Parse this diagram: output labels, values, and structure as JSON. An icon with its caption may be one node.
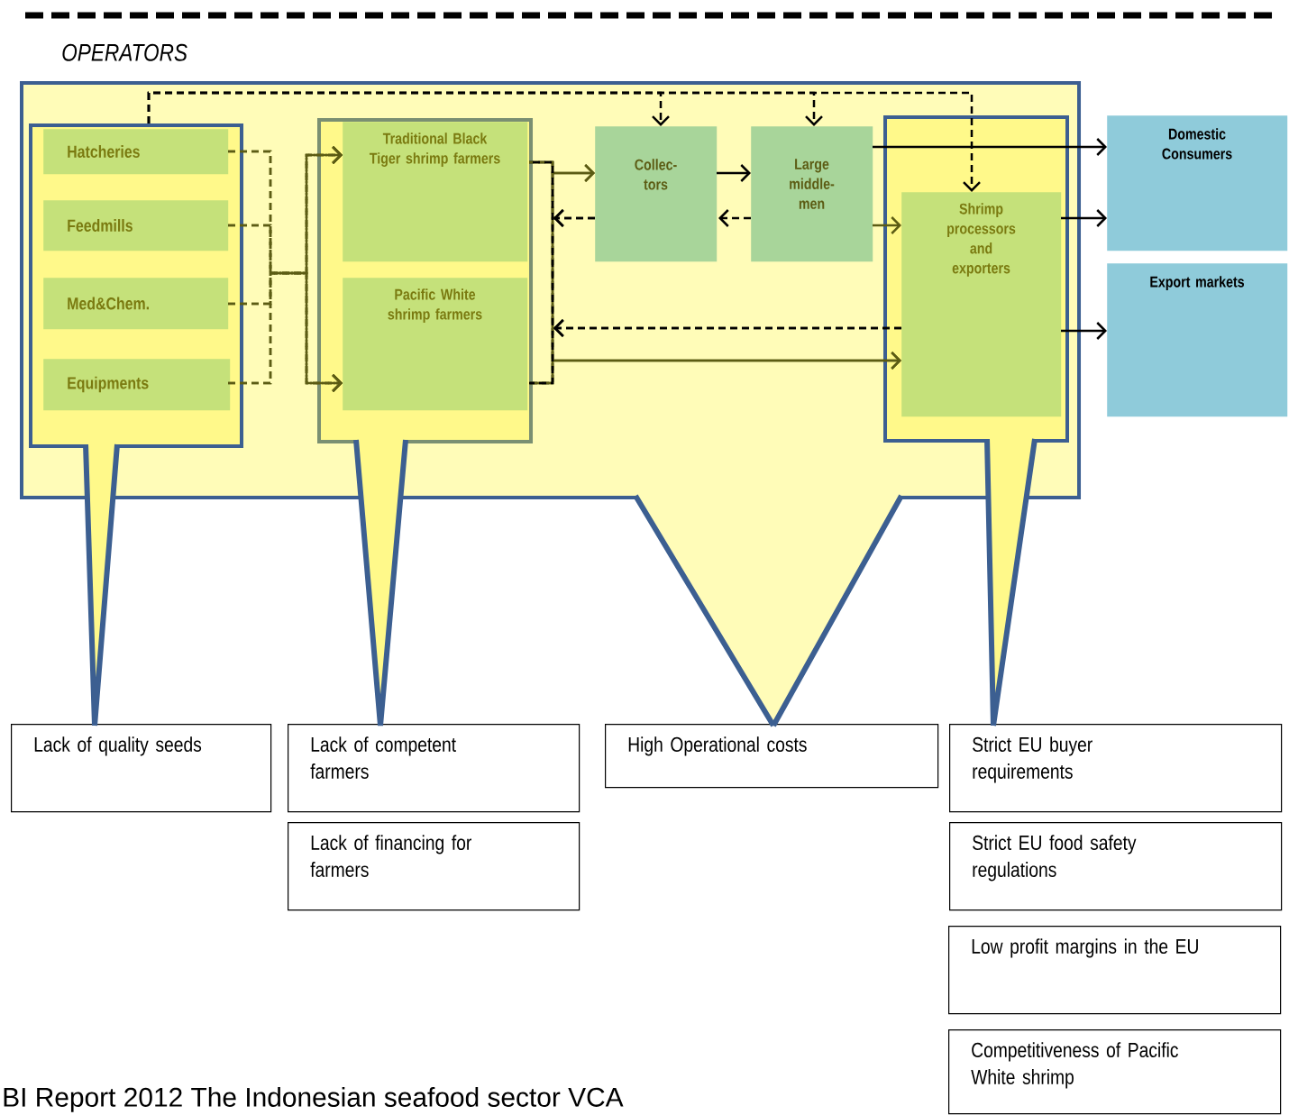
{
  "diagram": {
    "caption": "BI Report 2012 The Indonesian seafood sector VCA",
    "nodes": [
      {
        "text": [
          "OPERATORS"
        ]
      },
      {
        "text": [],
        "shape": "box",
        "in": 0
      },
      {
        "text": [
          "Hatcheries"
        ],
        "in": 1
      },
      {
        "text": [
          "Feedmills"
        ],
        "in": 1
      },
      {
        "text": [
          "Med&Chem."
        ],
        "in": 1
      },
      {
        "text": [
          "Equipments"
        ],
        "in": 1
      },
      {
        "text": [],
        "shape": "box",
        "in": 0
      },
      {
        "text": [
          "Traditional Black Tiger shrimp farmers"
        ],
        "in": 6
      },
      {
        "text": [
          "Pacific White shrimp farmers"
        ],
        "in": 6
      },
      {
        "text": [
          "Collec- tors"
        ],
        "in": 0
      },
      {
        "text": [
          "Large middle- men"
        ],
        "in": 0
      },
      {
        "text": [],
        "shape": "box",
        "in": 0
      },
      {
        "text": [
          "Shrimp processors and exporters"
        ],
        "in": 11
      },
      {
        "text": [
          "Domestic Consumers"
        ]
      },
      {
        "text": [
          "Export markets"
        ]
      },
      {
        "text": [
          "Lack of quality seeds"
        ]
      },
      {
        "text": [
          "Lack of competent farmers"
        ]
      },
      {
        "text": [
          "Lack of financing for farmers"
        ]
      },
      {
        "text": [
          "High Operational costs"
        ]
      },
      {
        "text": [
          "Strict EU buyer requirements"
        ]
      },
      {
        "text": [
          "Strict EU food safety regulations"
        ]
      },
      {
        "text": [
          "Low profit margins in the EU"
        ]
      },
      {
        "text": [
          "Competitiveness of Pacific White shrimp"
        ]
      }
    ],
    "edges": [
      {
        "from": 2,
        "to": 7,
        "arrow": "to",
        "style": "dashed"
      },
      {
        "from": 2,
        "to": 8,
        "arrow": "to",
        "style": "dashed"
      },
      {
        "from": 3,
        "to": 7,
        "arrow": "to",
        "style": "dashed"
      },
      {
        "from": 3,
        "to": 8,
        "arrow": "to",
        "style": "dashed"
      },
      {
        "from": 4,
        "to": 7,
        "arrow": "to",
        "style": "dashed"
      },
      {
        "from": 4,
        "to": 8,
        "arrow": "to",
        "style": "dashed"
      },
      {
        "from": 5,
        "to": 7,
        "arrow": "to",
        "style": "dashed"
      },
      {
        "from": 5,
        "to": 8,
        "arrow": "to",
        "style": "dashed"
      },
      {
        "from": 1,
        "to": 9,
        "arrow": "to",
        "style": "dashed",
        "color": "#000000"
      },
      {
        "from": 1,
        "to": 10,
        "arrow": "to",
        "style": "dashed",
        "color": "#000000"
      },
      {
        "from": 1,
        "to": 12,
        "arrow": "to",
        "style": "dashed",
        "color": "#000000"
      },
      {
        "from": 7,
        "to": 9,
        "arrow": "to"
      },
      {
        "from": 8,
        "to": 9,
        "arrow": "to"
      },
      {
        "from": 9,
        "to": 7,
        "arrow": "to",
        "style": "dashed",
        "color": "#000000"
      },
      {
        "from": 9,
        "to": 8,
        "arrow": "to",
        "style": "dashed",
        "color": "#000000"
      },
      {
        "from": 7,
        "to": 12,
        "arrow": "to"
      },
      {
        "from": 8,
        "to": 12,
        "arrow": "to"
      },
      {
        "from": 12,
        "to": 7,
        "arrow": "to",
        "style": "dashed",
        "color": "#000000"
      },
      {
        "from": 12,
        "to": 8,
        "arrow": "to",
        "style": "dashed",
        "color": "#000000"
      },
      {
        "from": 9,
        "to": 10,
        "arrow": "to",
        "color": "#000000"
      },
      {
        "from": 10,
        "to": 9,
        "arrow": "to",
        "style": "dashed",
        "color": "#000000"
      },
      {
        "from": 10,
        "to": 13,
        "arrow": "to",
        "color": "#000000"
      },
      {
        "from": 10,
        "to": 12,
        "arrow": "to"
      },
      {
        "from": 12,
        "to": 13,
        "arrow": "to",
        "color": "#000000"
      },
      {
        "from": 12,
        "to": 14,
        "arrow": "to",
        "color": "#000000"
      },
      {
        "from": 1,
        "to": 15,
        "arrow": "none",
        "style": "thick",
        "color": "#3c5f91"
      },
      {
        "from": 6,
        "to": 16,
        "arrow": "none",
        "style": "thick",
        "color": "#3c5f91"
      },
      {
        "from": 0,
        "to": 18,
        "arrow": "none",
        "style": "thick",
        "color": "#3c5f91"
      },
      {
        "from": 11,
        "to": 19,
        "arrow": "none",
        "style": "thick",
        "color": "#3c5f91"
      }
    ]
  }
}
